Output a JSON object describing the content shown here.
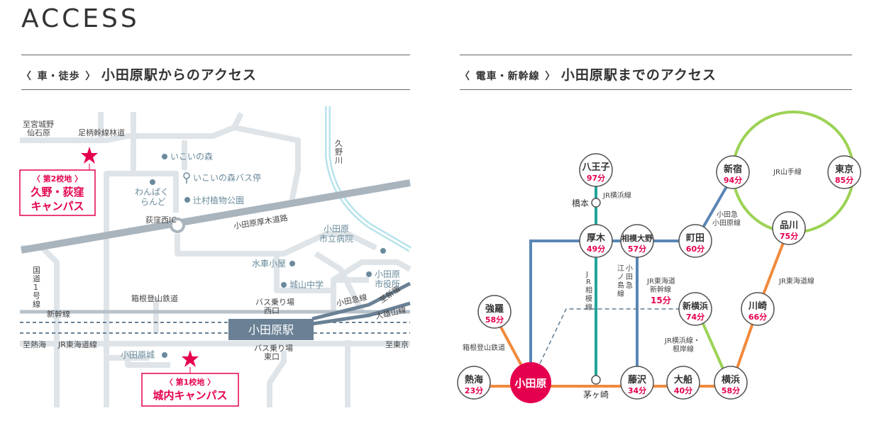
{
  "page_title": "ACCESS",
  "sections": {
    "car": {
      "bracket_open": "〈",
      "category": "車・徒歩",
      "bracket_close": "〉",
      "title": "小田原駅からのアクセス"
    },
    "train": {
      "bracket_open": "〈",
      "category": "電車・新幹線",
      "bracket_close": "〉",
      "title": "小田原駅までのアクセス"
    }
  },
  "colors": {
    "accent": "#e5004f",
    "road": "#dfe4e8",
    "main_road": "#9eaab4",
    "rail": "#6a8195",
    "river": "#b7e3ec",
    "map_text": "#6a8a9c",
    "line_orange": "#f08a3c",
    "line_blue": "#5a86b5",
    "line_teal": "#22a59a",
    "line_green": "#9dd255"
  },
  "left_map": {
    "labels": {
      "shigino": "至宮城野",
      "sengokuhara": "仙石原",
      "ashigara": "足柄幹線林道",
      "kuno_river_1": "久",
      "kuno_river_2": "野",
      "kuno_river_3": "川",
      "ikoi_forest": "いこいの森",
      "ikoi_bus": "いこいの森バス停",
      "tsujimura": "辻村植物公園",
      "wanpaku_1": "わんぱく",
      "wanpaku_2": "らんど",
      "ogikubo_ic": "荻窪西IC",
      "atsugi_road": "小田原厚木道路",
      "city_hospital_1": "小田原",
      "city_hospital_2": "市立病院",
      "suisha": "水車小屋",
      "jozan": "城山中学",
      "city_office_1": "小田原",
      "city_office_2": "市役所",
      "route1_1": "国",
      "route1_2": "道",
      "route1_3": "1",
      "route1_4": "号",
      "route1_5": "線",
      "hakone_tozan": "箱根登山鉄道",
      "bus_west_1": "バス乗り場",
      "bus_west_2": "西口",
      "odakyu": "小田急線",
      "to_shinjuku": "至新宿",
      "daiyuzan": "大雄山線",
      "shinkansen": "新幹線",
      "station": "小田原駅",
      "to_atami": "至熱海",
      "jr_tokaido": "JR東海道線",
      "bus_east_1": "バス乗り場",
      "bus_east_2": "東口",
      "to_tokyo": "至東京",
      "odawara_castle": "小田原城"
    },
    "campus2": {
      "bracket": "〈 第2校地 〉",
      "line1": "久野・荻窪",
      "line2": "キャンパス"
    },
    "campus1": {
      "bracket": "〈 第1校地 〉",
      "line1": "城内キャンパス"
    }
  },
  "right_map": {
    "stations": {
      "hachioji": {
        "name": "八王子",
        "time": "97分"
      },
      "shinjuku": {
        "name": "新宿",
        "time": "94分"
      },
      "tokyo": {
        "name": "東京",
        "time": "85分"
      },
      "shinagawa": {
        "name": "品川",
        "time": "75分"
      },
      "atsugi": {
        "name": "厚木",
        "time": "49分"
      },
      "sagamiono": {
        "name": "相模大野",
        "time": "57分"
      },
      "machida": {
        "name": "町田",
        "time": "60分"
      },
      "gora": {
        "name": "強羅",
        "time": "58分"
      },
      "shinyokohama": {
        "name": "新横浜",
        "time": "74分"
      },
      "kawasaki": {
        "name": "川崎",
        "time": "66分"
      },
      "atami": {
        "name": "熱海",
        "time": "23分"
      },
      "odawara": {
        "name": "小田原"
      },
      "fujisawa": {
        "name": "藤沢",
        "time": "34分"
      },
      "ofuna": {
        "name": "大船",
        "time": "40分"
      },
      "yokohama": {
        "name": "横浜",
        "time": "58分"
      }
    },
    "small_stations": {
      "hashimoto": "橋本",
      "chigasaki": "茅ヶ崎"
    },
    "line_labels": {
      "jr_yokohama": "JR横浜線",
      "jr_sagami_1": "J",
      "jr_sagami_2": "R",
      "jr_sagami_3": "相",
      "jr_sagami_4": "模",
      "jr_sagami_5": "線",
      "odakyu_enoshima_a_1": "小",
      "odakyu_enoshima_a_2": "田",
      "odakyu_enoshima_a_3": "急",
      "odakyu_enoshima_b_1": "江",
      "odakyu_enoshima_b_2": "ノ",
      "odakyu_enoshima_b_3": "島",
      "odakyu_enoshima_b_4": "線",
      "jr_yamanote": "JR山手線",
      "odakyu_odawara_1": "小田急",
      "odakyu_odawara_2": "小田原線",
      "jr_tokaido": "JR東海道線",
      "jr_tokaido_shinkansen_1": "JR東海道",
      "jr_tokaido_shinkansen_2": "新幹線",
      "shinkansen_time": "15分",
      "jr_yokohama_negishi_1": "JR横浜線・",
      "jr_yokohama_negishi_2": "根岸線",
      "hakone_tozan": "箱根登山鉄道"
    }
  }
}
